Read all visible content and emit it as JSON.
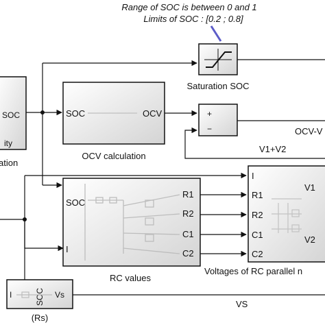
{
  "annotation": {
    "line1": "Range of SOC is between 0 and 1",
    "line2": "Limits of SOC : [0.2 ; 0.8]"
  },
  "left_block": {
    "port_soc": "SOC",
    "text_partial_1": "ity",
    "text_partial_2": "ation"
  },
  "saturation_block": {
    "caption": "Saturation SOC"
  },
  "ocv_block": {
    "port_in": "SOC",
    "port_out": "OCV",
    "caption": "OCV calculation"
  },
  "sum_block": {
    "plus": "+",
    "minus": "−"
  },
  "signals": {
    "ocv_minus": "OCV-V",
    "v1_plus_v2": "V1+V2",
    "vs": "VS"
  },
  "rc_values_block": {
    "port_soc": "SOC",
    "port_i": "I",
    "out_r1": "R1",
    "out_r2": "R2",
    "out_c1": "C1",
    "out_c2": "C2",
    "caption": "RC values"
  },
  "rc_voltage_block": {
    "in_i": "I",
    "in_r1": "R1",
    "in_r2": "R2",
    "in_c1": "C1",
    "in_c2": "C2",
    "out_v1": "V1",
    "out_v2": "V2",
    "caption": "Voltages of RC parallel n"
  },
  "rs_block": {
    "port_i": "I",
    "port_soc": "SOC",
    "port_vs": "Vs",
    "caption": "(Rs)"
  }
}
